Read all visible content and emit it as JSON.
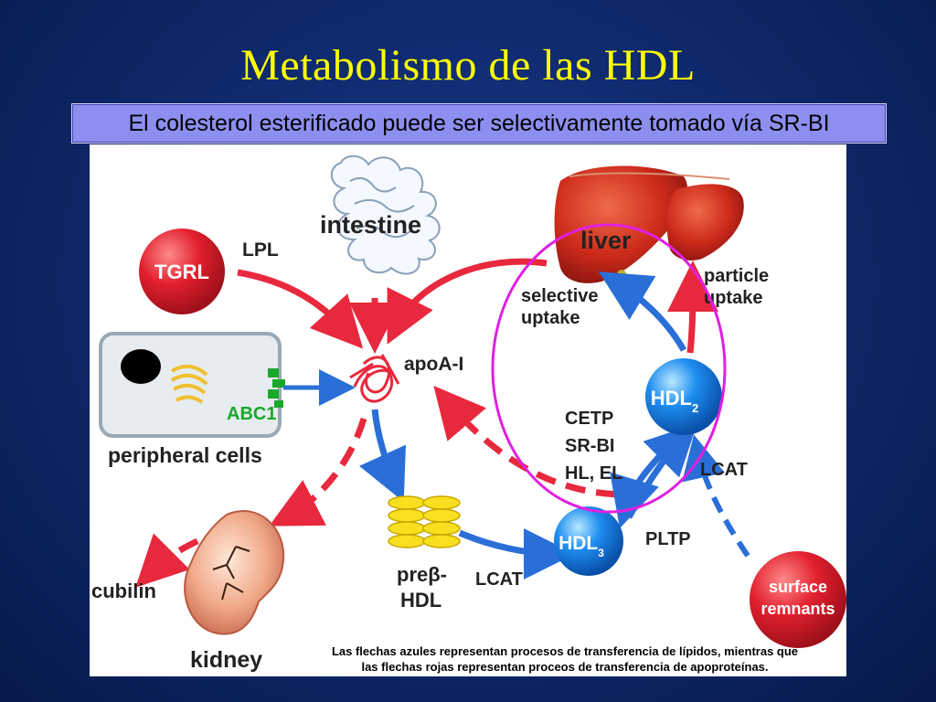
{
  "slide": {
    "title": "Metabolismo de las HDL",
    "subtitle": "El colesterol esterificado puede ser selectivamente tomado vía SR-BI",
    "footnote_line1": "Las flechas azules representan procesos de transferencia de lípidos, mientras que",
    "footnote_line2": "las flechas rojas representan proceos de transferencia de apoproteínas."
  },
  "diagram": {
    "intestine": "intestine",
    "liver": "liver",
    "tgrl": "TGRL",
    "lpl": "LPL",
    "apoa1": "apoA-I",
    "abc1": "ABC1",
    "peripheral_cells": "peripheral cells",
    "selective_uptake_1": "selective",
    "selective_uptake_2": "uptake",
    "particle_uptake_1": "particle",
    "particle_uptake_2": "uptake",
    "hdl2": "HDL",
    "hdl2_sub": "2",
    "hdl3": "HDL",
    "hdl3_sub": "3",
    "cetp": "CETP",
    "srbi": "SR-BI",
    "hl_el": "HL, EL",
    "lcat_right": "LCAT",
    "pltp": "PLTP",
    "lcat_bottom": "LCAT",
    "prebeta_1": "preβ-",
    "prebeta_2": "HDL",
    "kidney": "kidney",
    "cubilin": "cubilin",
    "surface_remnants_1": "surface",
    "surface_remnants_2": "remnants"
  },
  "colors": {
    "title": "#ffff00",
    "subtitle_bg": "#8c8ff0",
    "red_arrow": "#e8283c",
    "blue_arrow": "#2a6fd8",
    "highlight_ellipse": "#e020e0"
  }
}
